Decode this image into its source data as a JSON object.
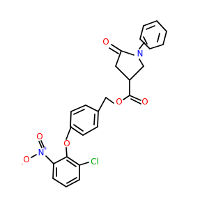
{
  "molecule": {
    "atoms": [
      {
        "id": "O1",
        "symbol": "O",
        "color": "#ff0000"
      },
      {
        "id": "N1",
        "symbol": "N",
        "color": "#0000ff"
      },
      {
        "id": "O2",
        "symbol": "O",
        "color": "#ff0000"
      },
      {
        "id": "O3",
        "symbol": "O",
        "color": "#ff0000"
      },
      {
        "id": "O4",
        "symbol": "O",
        "color": "#ff0000"
      },
      {
        "id": "N2",
        "symbol": "N",
        "color": "#0000ff",
        "charge": "+"
      },
      {
        "id": "O5",
        "symbol": "O",
        "color": "#ff0000"
      },
      {
        "id": "O6",
        "symbol": "O",
        "color": "#ff0000",
        "charge": "-"
      },
      {
        "id": "Cl1",
        "symbol": "Cl",
        "color": "#00aa00"
      }
    ],
    "colors": {
      "bond": "#000000",
      "oxygen": "#ff0000",
      "nitrogen": "#0000ff",
      "chlorine": "#00aa00"
    }
  }
}
